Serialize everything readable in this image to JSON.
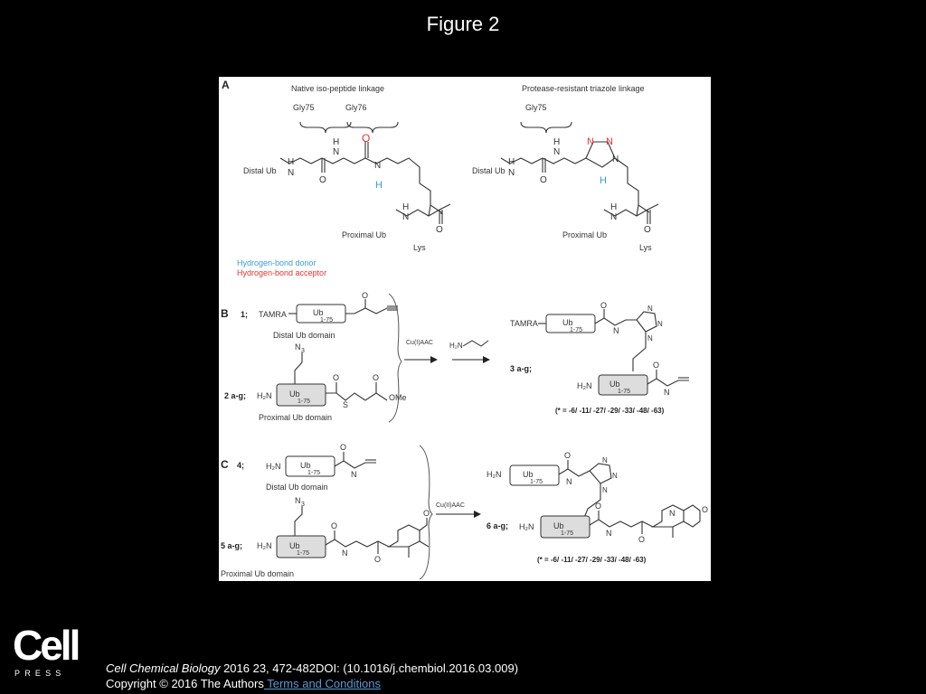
{
  "slide": {
    "title": "Figure 2"
  },
  "panel_a": {
    "label": "A",
    "native_title": "Native iso-peptide linkage",
    "triazole_title": "Protease-resistant triazole linkage",
    "gly75": "Gly75",
    "gly76": "Gly76",
    "distal_ub": "Distal Ub",
    "proximal_ub": "Proximal Ub",
    "lys": "Lys",
    "legend_donor": "Hydrogen-bond donor",
    "legend_acceptor": "Hydrogen-bond acceptor",
    "donor_color": "#3b9bd6",
    "acceptor_color": "#e3342f"
  },
  "panel_b": {
    "label": "B",
    "compound1": "1;",
    "tamra": "TAMRA",
    "ub": "Ub",
    "range": "1-75",
    "distal_domain": "Distal Ub domain",
    "compound2": "2 a-g;",
    "proximal_domain": "Proximal Ub domain",
    "n3": "N",
    "n3_sub": "3",
    "h2n": "H₂N",
    "ome": "OMe",
    "s": "S",
    "reagent": "Cu(I)AAC",
    "product": "3 a-g;",
    "positions": "(* = -6/ -11/ -27/ -29/ -33/ -48/ -63)"
  },
  "panel_c": {
    "label": "C",
    "compound4": "4;",
    "distal_domain": "Distal Ub domain",
    "compound5": "5 a-g;",
    "proximal_domain": "Proximal Ub domain",
    "reagent": "Cu(II)AAC",
    "product": "6 a-g;",
    "positions": "(* = -6/ -11/ -27/ -29/ -33/ -48/ -63)"
  },
  "footer": {
    "logo_word": "Cell",
    "logo_press": "PRESS",
    "journal": "Cell Chemical Biology",
    "citation_rest": " 2016 23, 472-482DOI: (10.1016/j.chembiol.2016.03.009)",
    "copyright": "Copyright © 2016 The Authors",
    "terms": " Terms and Conditions"
  }
}
